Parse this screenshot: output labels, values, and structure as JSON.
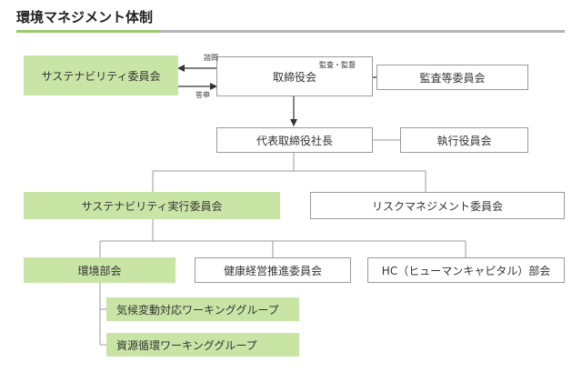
{
  "title": "環境マネジメント体制",
  "boxes": {
    "sustainability_committee": "サステナビリティ委員会",
    "board": "取締役会",
    "audit_committee": "監査等委員会",
    "ceo": "代表取締役社長",
    "executive_committee": "執行役員会",
    "sustainability_exec_committee": "サステナビリティ実行委員会",
    "risk_committee": "リスクマネジメント委員会",
    "environment_division": "環境部会",
    "health_committee": "健康経営推進委員会",
    "hc_division": "HC（ヒューマンキャピタル）部会",
    "climate_wg": "気候変動対応ワーキンググループ",
    "recycling_wg": "資源循環ワーキンググループ"
  },
  "labels": {
    "consult": "諮問",
    "report": "答申",
    "audit": "監査・監督"
  },
  "colors": {
    "green": "#c9e5a6",
    "accent": "#9bc96a",
    "line": "#9a9a9a",
    "arrow": "#333333"
  }
}
